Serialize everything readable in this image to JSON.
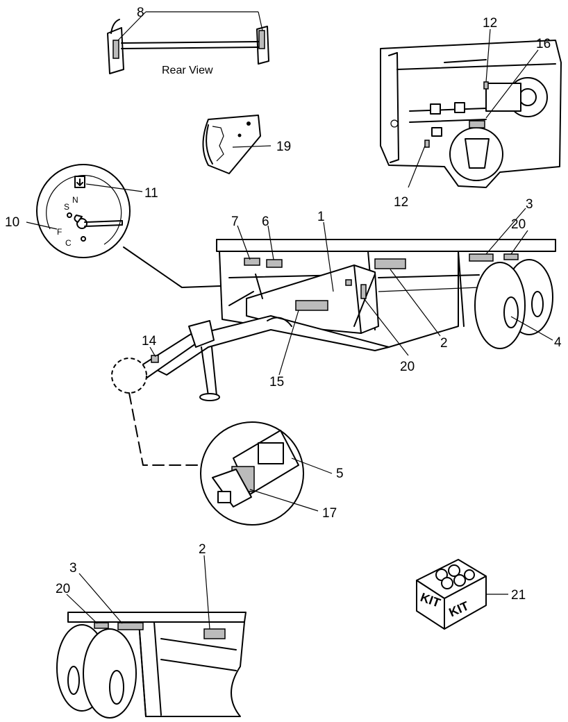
{
  "captions": {
    "rear_view": "Rear View"
  },
  "dial": {
    "letters": [
      "F",
      "S",
      "N",
      "C"
    ]
  },
  "kit": {
    "label_left": "KIT",
    "label_right": "KIT"
  },
  "callouts": {
    "c1": "1",
    "c2_main": "2",
    "c2_bottom": "2",
    "c3_main": "3",
    "c3_bottom": "3",
    "c4": "4",
    "c5": "5",
    "c6": "6",
    "c7": "7",
    "c8": "8",
    "c10": "10",
    "c11": "11",
    "c12_top": "12",
    "c12_bottom": "12",
    "c14": "14",
    "c15": "15",
    "c16": "16",
    "c17": "17",
    "c19": "19",
    "c20_right": "20",
    "c20_center": "20",
    "c20_bottom": "20",
    "c21": "21"
  }
}
